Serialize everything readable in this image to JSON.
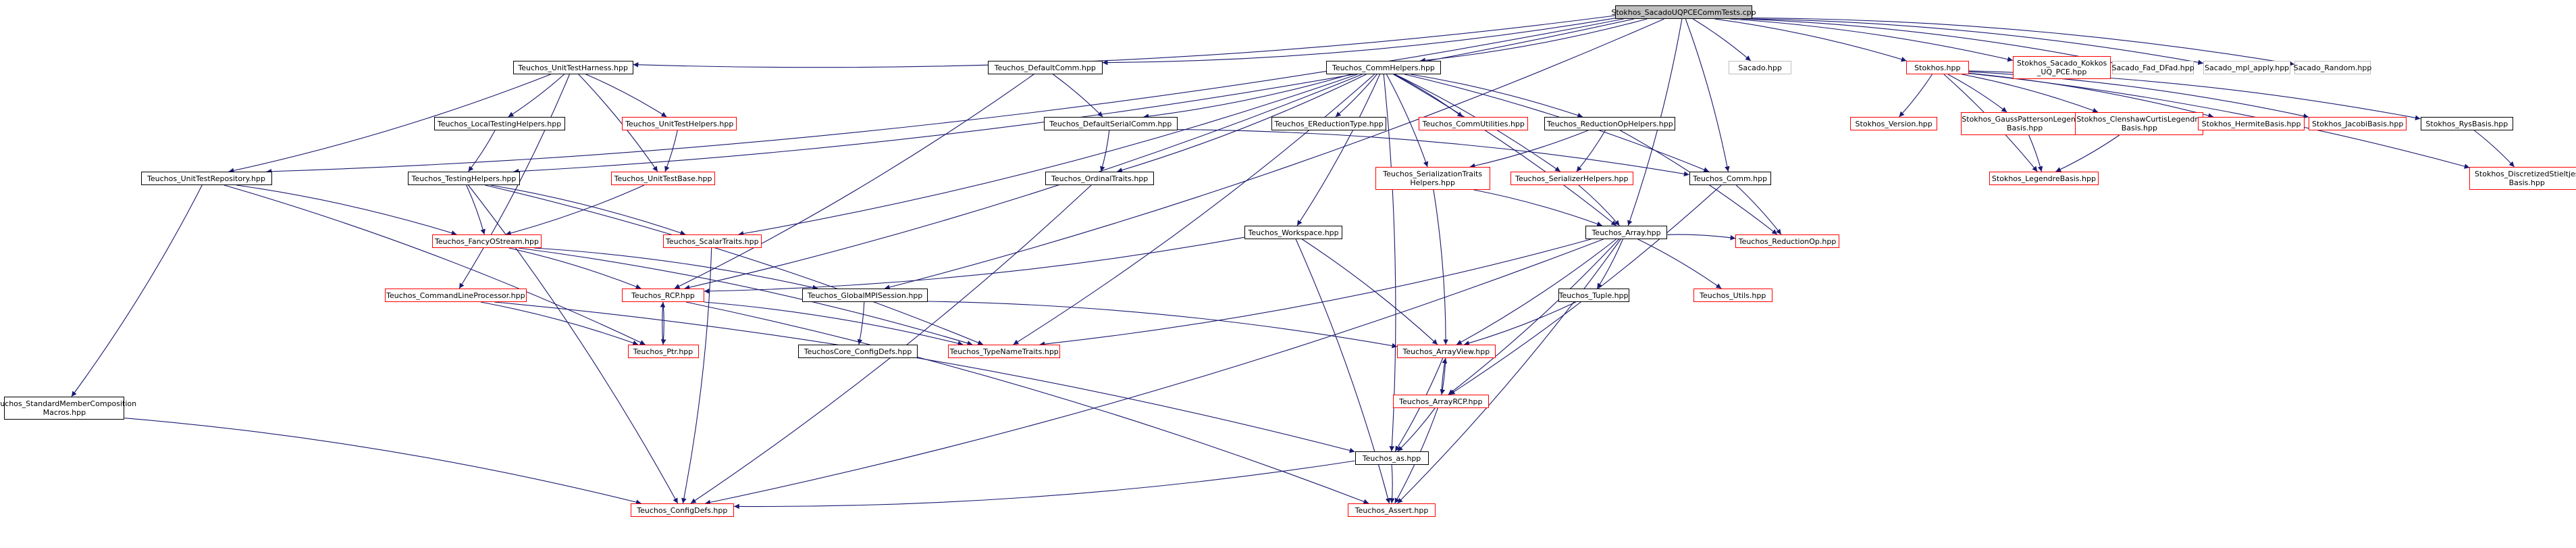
{
  "diagram": {
    "type": "include-dependency-graph",
    "colors": {
      "edge": "#191970",
      "documented_border": "#000000",
      "undocumented_border": "#ff0000",
      "external_border": "#bfbfbf",
      "root_fill": "#bfbfbf"
    },
    "nodes": [
      {
        "id": "root",
        "label": "Stokhos_SacadoUQPCECommTests.cpp",
        "kind": "root"
      },
      {
        "id": "unittestharness",
        "label": "Teuchos_UnitTestHarness.hpp",
        "kind": "black"
      },
      {
        "id": "defaultcomm",
        "label": "Teuchos_DefaultComm.hpp",
        "kind": "black"
      },
      {
        "id": "commhelpers",
        "label": "Teuchos_CommHelpers.hpp",
        "kind": "black"
      },
      {
        "id": "sacado",
        "label": "Sacado.hpp",
        "kind": "gray"
      },
      {
        "id": "stokhos",
        "label": "Stokhos.hpp",
        "kind": "red"
      },
      {
        "id": "sacadokokkos",
        "label": "Stokhos_Sacado_Kokkos\n_UQ_PCE.hpp",
        "kind": "red"
      },
      {
        "id": "fad",
        "label": "Sacado_Fad_DFad.hpp",
        "kind": "gray"
      },
      {
        "id": "mpl",
        "label": "Sacado_mpl_apply.hpp",
        "kind": "gray"
      },
      {
        "id": "random",
        "label": "Sacado_Random.hpp",
        "kind": "gray"
      },
      {
        "id": "localtesting",
        "label": "Teuchos_LocalTestingHelpers.hpp",
        "kind": "black"
      },
      {
        "id": "unittesthelpers",
        "label": "Teuchos_UnitTestHelpers.hpp",
        "kind": "red"
      },
      {
        "id": "defaultserialcomm",
        "label": "Teuchos_DefaultSerialComm.hpp",
        "kind": "black"
      },
      {
        "id": "ereductiontype",
        "label": "Teuchos_EReductionType.hpp",
        "kind": "black"
      },
      {
        "id": "commutilities",
        "label": "Teuchos_CommUtilities.hpp",
        "kind": "red"
      },
      {
        "id": "reductionophelpers",
        "label": "Teuchos_ReductionOpHelpers.hpp",
        "kind": "black"
      },
      {
        "id": "version",
        "label": "Stokhos_Version.hpp",
        "kind": "red"
      },
      {
        "id": "gausspatterson",
        "label": "Stokhos_GaussPattersonLegendre\nBasis.hpp",
        "kind": "red"
      },
      {
        "id": "clenshaw",
        "label": "Stokhos_ClenshawCurtisLegendre\nBasis.hpp",
        "kind": "red"
      },
      {
        "id": "hermite",
        "label": "Stokhos_HermiteBasis.hpp",
        "kind": "red"
      },
      {
        "id": "jacobi",
        "label": "Stokhos_JacobiBasis.hpp",
        "kind": "red"
      },
      {
        "id": "rys",
        "label": "Stokhos_RysBasis.hpp",
        "kind": "black"
      },
      {
        "id": "unittestrepository",
        "label": "Teuchos_UnitTestRepository.hpp",
        "kind": "black"
      },
      {
        "id": "testinghelpers",
        "label": "Teuchos_TestingHelpers.hpp",
        "kind": "black"
      },
      {
        "id": "unittestbase",
        "label": "Teuchos_UnitTestBase.hpp",
        "kind": "red"
      },
      {
        "id": "ordinaltraits",
        "label": "Teuchos_OrdinalTraits.hpp",
        "kind": "black"
      },
      {
        "id": "serializationtraits",
        "label": "Teuchos_SerializationTraits\nHelpers.hpp",
        "kind": "red"
      },
      {
        "id": "serializerhelpers",
        "label": "Teuchos_SerializerHelpers.hpp",
        "kind": "red"
      },
      {
        "id": "comm",
        "label": "Teuchos_Comm.hpp",
        "kind": "black"
      },
      {
        "id": "legendre",
        "label": "Stokhos_LegendreBasis.hpp",
        "kind": "red"
      },
      {
        "id": "discretized",
        "label": "Stokhos_DiscretizedStieltjes\nBasis.hpp",
        "kind": "red"
      },
      {
        "id": "fancyostream",
        "label": "Teuchos_FancyOStream.hpp",
        "kind": "red"
      },
      {
        "id": "scalartraits",
        "label": "Teuchos_ScalarTraits.hpp",
        "kind": "red"
      },
      {
        "id": "workspace",
        "label": "Teuchos_Workspace.hpp",
        "kind": "black"
      },
      {
        "id": "array",
        "label": "Teuchos_Array.hpp",
        "kind": "black"
      },
      {
        "id": "reductionop",
        "label": "Teuchos_ReductionOp.hpp",
        "kind": "red"
      },
      {
        "id": "cmdline",
        "label": "Teuchos_CommandLineProcessor.hpp",
        "kind": "red"
      },
      {
        "id": "rcp",
        "label": "Teuchos_RCP.hpp",
        "kind": "red"
      },
      {
        "id": "globalmpi",
        "label": "Teuchos_GlobalMPISession.hpp",
        "kind": "black"
      },
      {
        "id": "tuple",
        "label": "Teuchos_Tuple.hpp",
        "kind": "black"
      },
      {
        "id": "utils",
        "label": "Teuchos_Utils.hpp",
        "kind": "red"
      },
      {
        "id": "configdefs_core",
        "label": "TeuchosCore_ConfigDefs.hpp",
        "kind": "black"
      },
      {
        "id": "typenametraits",
        "label": "Teuchos_TypeNameTraits.hpp",
        "kind": "red"
      },
      {
        "id": "ptr",
        "label": "Teuchos_Ptr.hpp",
        "kind": "red"
      },
      {
        "id": "arrayview",
        "label": "Teuchos_ArrayView.hpp",
        "kind": "red"
      },
      {
        "id": "standardmember",
        "label": "Teuchos_StandardMemberComposition\nMacros.hpp",
        "kind": "black"
      },
      {
        "id": "arrayrcp",
        "label": "Teuchos_ArrayRCP.hpp",
        "kind": "red"
      },
      {
        "id": "as",
        "label": "Teuchos_as.hpp",
        "kind": "black"
      },
      {
        "id": "configdefs",
        "label": "Teuchos_ConfigDefs.hpp",
        "kind": "red"
      },
      {
        "id": "assert",
        "label": "Teuchos_Assert.hpp",
        "kind": "red"
      }
    ],
    "edges": [
      [
        "root",
        "unittestharness"
      ],
      [
        "root",
        "defaultcomm"
      ],
      [
        "root",
        "commhelpers"
      ],
      [
        "root",
        "sacado"
      ],
      [
        "root",
        "stokhos"
      ],
      [
        "root",
        "sacadokokkos"
      ],
      [
        "root",
        "fad"
      ],
      [
        "root",
        "mpl"
      ],
      [
        "root",
        "random"
      ],
      [
        "root",
        "globalmpi"
      ],
      [
        "root",
        "unittestrepository"
      ],
      [
        "root",
        "testinghelpers"
      ],
      [
        "root",
        "comm"
      ],
      [
        "root",
        "array"
      ],
      [
        "unittestharness",
        "localtesting"
      ],
      [
        "unittestharness",
        "unittesthelpers"
      ],
      [
        "unittestharness",
        "unittestrepository"
      ],
      [
        "unittestharness",
        "unittestbase"
      ],
      [
        "unittestharness",
        "cmdline"
      ],
      [
        "localtesting",
        "testinghelpers"
      ],
      [
        "unittesthelpers",
        "unittestbase"
      ],
      [
        "unittestbase",
        "fancyostream"
      ],
      [
        "unittestrepository",
        "fancyostream"
      ],
      [
        "unittestrepository",
        "standardmember"
      ],
      [
        "unittestrepository",
        "ptr"
      ],
      [
        "testinghelpers",
        "fancyostream"
      ],
      [
        "testinghelpers",
        "scalartraits"
      ],
      [
        "testinghelpers",
        "typenametraits"
      ],
      [
        "testinghelpers",
        "configdefs"
      ],
      [
        "defaultcomm",
        "defaultserialcomm"
      ],
      [
        "defaultcomm",
        "rcp"
      ],
      [
        "defaultserialcomm",
        "comm"
      ],
      [
        "defaultserialcomm",
        "ordinaltraits"
      ],
      [
        "commhelpers",
        "defaultserialcomm"
      ],
      [
        "commhelpers",
        "ereductiontype"
      ],
      [
        "commhelpers",
        "commutilities"
      ],
      [
        "commhelpers",
        "reductionophelpers"
      ],
      [
        "commhelpers",
        "serializationtraits"
      ],
      [
        "commhelpers",
        "serializerhelpers"
      ],
      [
        "commhelpers",
        "comm"
      ],
      [
        "commhelpers",
        "array"
      ],
      [
        "commhelpers",
        "workspace"
      ],
      [
        "commhelpers",
        "ordinaltraits"
      ],
      [
        "commhelpers",
        "scalartraits"
      ],
      [
        "commhelpers",
        "typenametraits"
      ],
      [
        "commhelpers",
        "rcp"
      ],
      [
        "commhelpers",
        "as"
      ],
      [
        "reductionophelpers",
        "serializationtraits"
      ],
      [
        "reductionophelpers",
        "serializerhelpers"
      ],
      [
        "reductionophelpers",
        "reductionop"
      ],
      [
        "serializationtraits",
        "array"
      ],
      [
        "serializationtraits",
        "arrayview"
      ],
      [
        "serializerhelpers",
        "array"
      ],
      [
        "comm",
        "reductionop"
      ],
      [
        "comm",
        "arrayrcp"
      ],
      [
        "stokhos",
        "version"
      ],
      [
        "stokhos",
        "gausspatterson"
      ],
      [
        "stokhos",
        "clenshaw"
      ],
      [
        "stokhos",
        "hermite"
      ],
      [
        "stokhos",
        "jacobi"
      ],
      [
        "stokhos",
        "rys"
      ],
      [
        "stokhos",
        "legendre"
      ],
      [
        "stokhos",
        "discretized"
      ],
      [
        "gausspatterson",
        "legendre"
      ],
      [
        "clenshaw",
        "legendre"
      ],
      [
        "rys",
        "discretized"
      ],
      [
        "fancyostream",
        "rcp"
      ],
      [
        "fancyostream",
        "globalmpi"
      ],
      [
        "fancyostream",
        "typenametraits"
      ],
      [
        "scalartraits",
        "configdefs"
      ],
      [
        "ordinaltraits",
        "configdefs"
      ],
      [
        "workspace",
        "rcp"
      ],
      [
        "workspace",
        "arrayview"
      ],
      [
        "workspace",
        "assert"
      ],
      [
        "array",
        "tuple"
      ],
      [
        "array",
        "utils"
      ],
      [
        "array",
        "arrayview"
      ],
      [
        "array",
        "arrayrcp"
      ],
      [
        "array",
        "typenametraits"
      ],
      [
        "array",
        "configdefs"
      ],
      [
        "array",
        "assert"
      ],
      [
        "array",
        "reductionop"
      ],
      [
        "tuple",
        "arrayview"
      ],
      [
        "cmdline",
        "ptr"
      ],
      [
        "cmdline",
        "as"
      ],
      [
        "rcp",
        "ptr"
      ],
      [
        "rcp",
        "typenametraits"
      ],
      [
        "rcp",
        "assert"
      ],
      [
        "ptr",
        "rcp"
      ],
      [
        "globalmpi",
        "configdefs_core"
      ],
      [
        "globalmpi",
        "arrayview"
      ],
      [
        "arrayview",
        "arrayrcp"
      ],
      [
        "arrayview",
        "as"
      ],
      [
        "arrayrcp",
        "arrayview"
      ],
      [
        "arrayrcp",
        "as"
      ],
      [
        "arrayrcp",
        "assert"
      ],
      [
        "as",
        "configdefs"
      ],
      [
        "as",
        "assert"
      ],
      [
        "standardmember",
        "configdefs"
      ]
    ]
  }
}
